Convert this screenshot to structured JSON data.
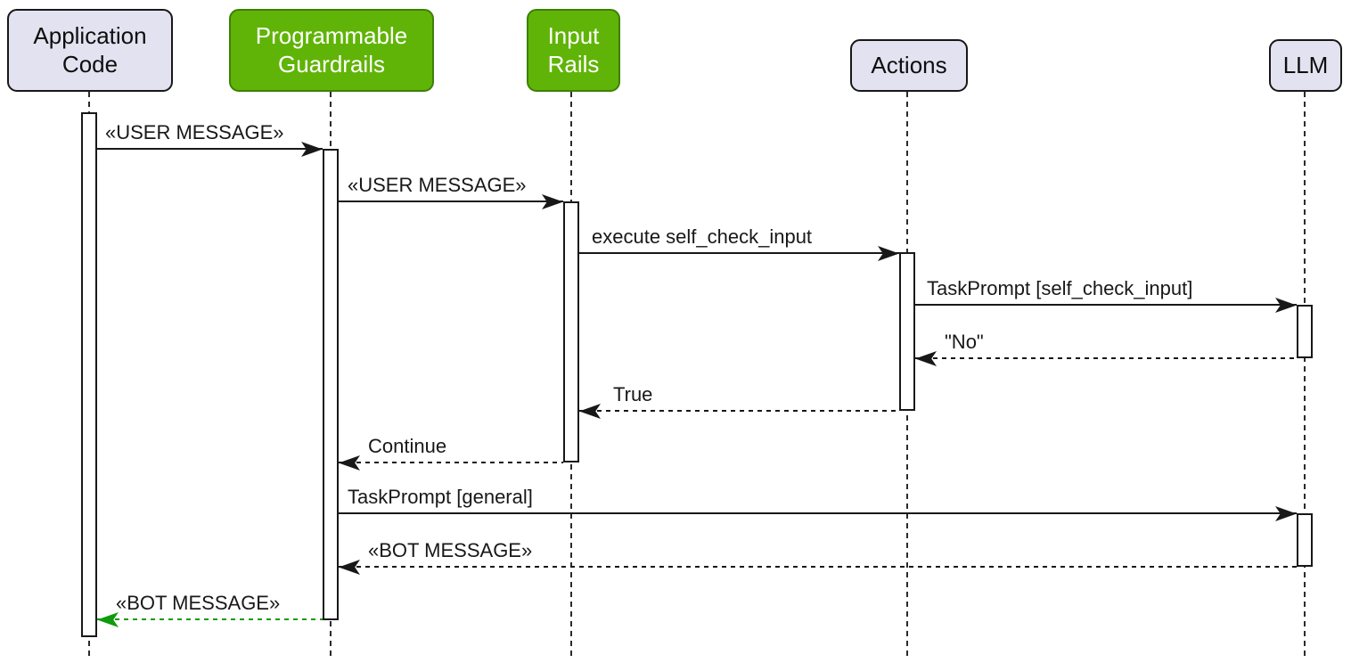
{
  "diagram_type": "uml-sequence-diagram",
  "participants": [
    {
      "id": "application-code",
      "label": "Application Code",
      "emphasis": "default"
    },
    {
      "id": "programmable-guardrails",
      "label": "Programmable Guardrails",
      "emphasis": "highlight"
    },
    {
      "id": "input-rails",
      "label": "Input Rails",
      "emphasis": "highlight"
    },
    {
      "id": "actions",
      "label": "Actions",
      "emphasis": "default"
    },
    {
      "id": "llm",
      "label": "LLM",
      "emphasis": "default"
    }
  ],
  "messages": [
    {
      "from": "Application Code",
      "to": "Programmable Guardrails",
      "label": "«USER MESSAGE»",
      "line": "solid",
      "arrow_color": "black"
    },
    {
      "from": "Programmable Guardrails",
      "to": "Input Rails",
      "label": "«USER MESSAGE»",
      "line": "solid",
      "arrow_color": "black"
    },
    {
      "from": "Input Rails",
      "to": "Actions",
      "label": "execute self_check_input",
      "line": "solid",
      "arrow_color": "black"
    },
    {
      "from": "Actions",
      "to": "LLM",
      "label": "TaskPrompt [self_check_input]",
      "line": "dashed-return-none",
      "arrow_color": "black"
    },
    {
      "from": "LLM",
      "to": "Actions",
      "label": "\"No\"",
      "line": "dashed",
      "arrow_color": "black"
    },
    {
      "from": "Actions",
      "to": "Input Rails",
      "label": "True",
      "line": "dashed",
      "arrow_color": "black"
    },
    {
      "from": "Input Rails",
      "to": "Programmable Guardrails",
      "label": "Continue",
      "line": "dashed",
      "arrow_color": "black"
    },
    {
      "from": "Programmable Guardrails",
      "to": "LLM",
      "label": "TaskPrompt [general]",
      "line": "solid",
      "arrow_color": "black"
    },
    {
      "from": "LLM",
      "to": "Programmable Guardrails",
      "label": "«BOT MESSAGE»",
      "line": "dashed",
      "arrow_color": "black"
    },
    {
      "from": "Programmable Guardrails",
      "to": "Application Code",
      "label": "«BOT MESSAGE»",
      "line": "dashed",
      "arrow_color": "green"
    }
  ],
  "colors": {
    "background": "#FFFFFF",
    "participant_fill": "#E2E2F0",
    "participant_border": "#181818",
    "highlight_fill": "#60B407",
    "highlight_border": "#3D8007",
    "highlight_text": "#FFFFFF",
    "line": "#181818",
    "green_arrow": "#0E9B0E"
  }
}
